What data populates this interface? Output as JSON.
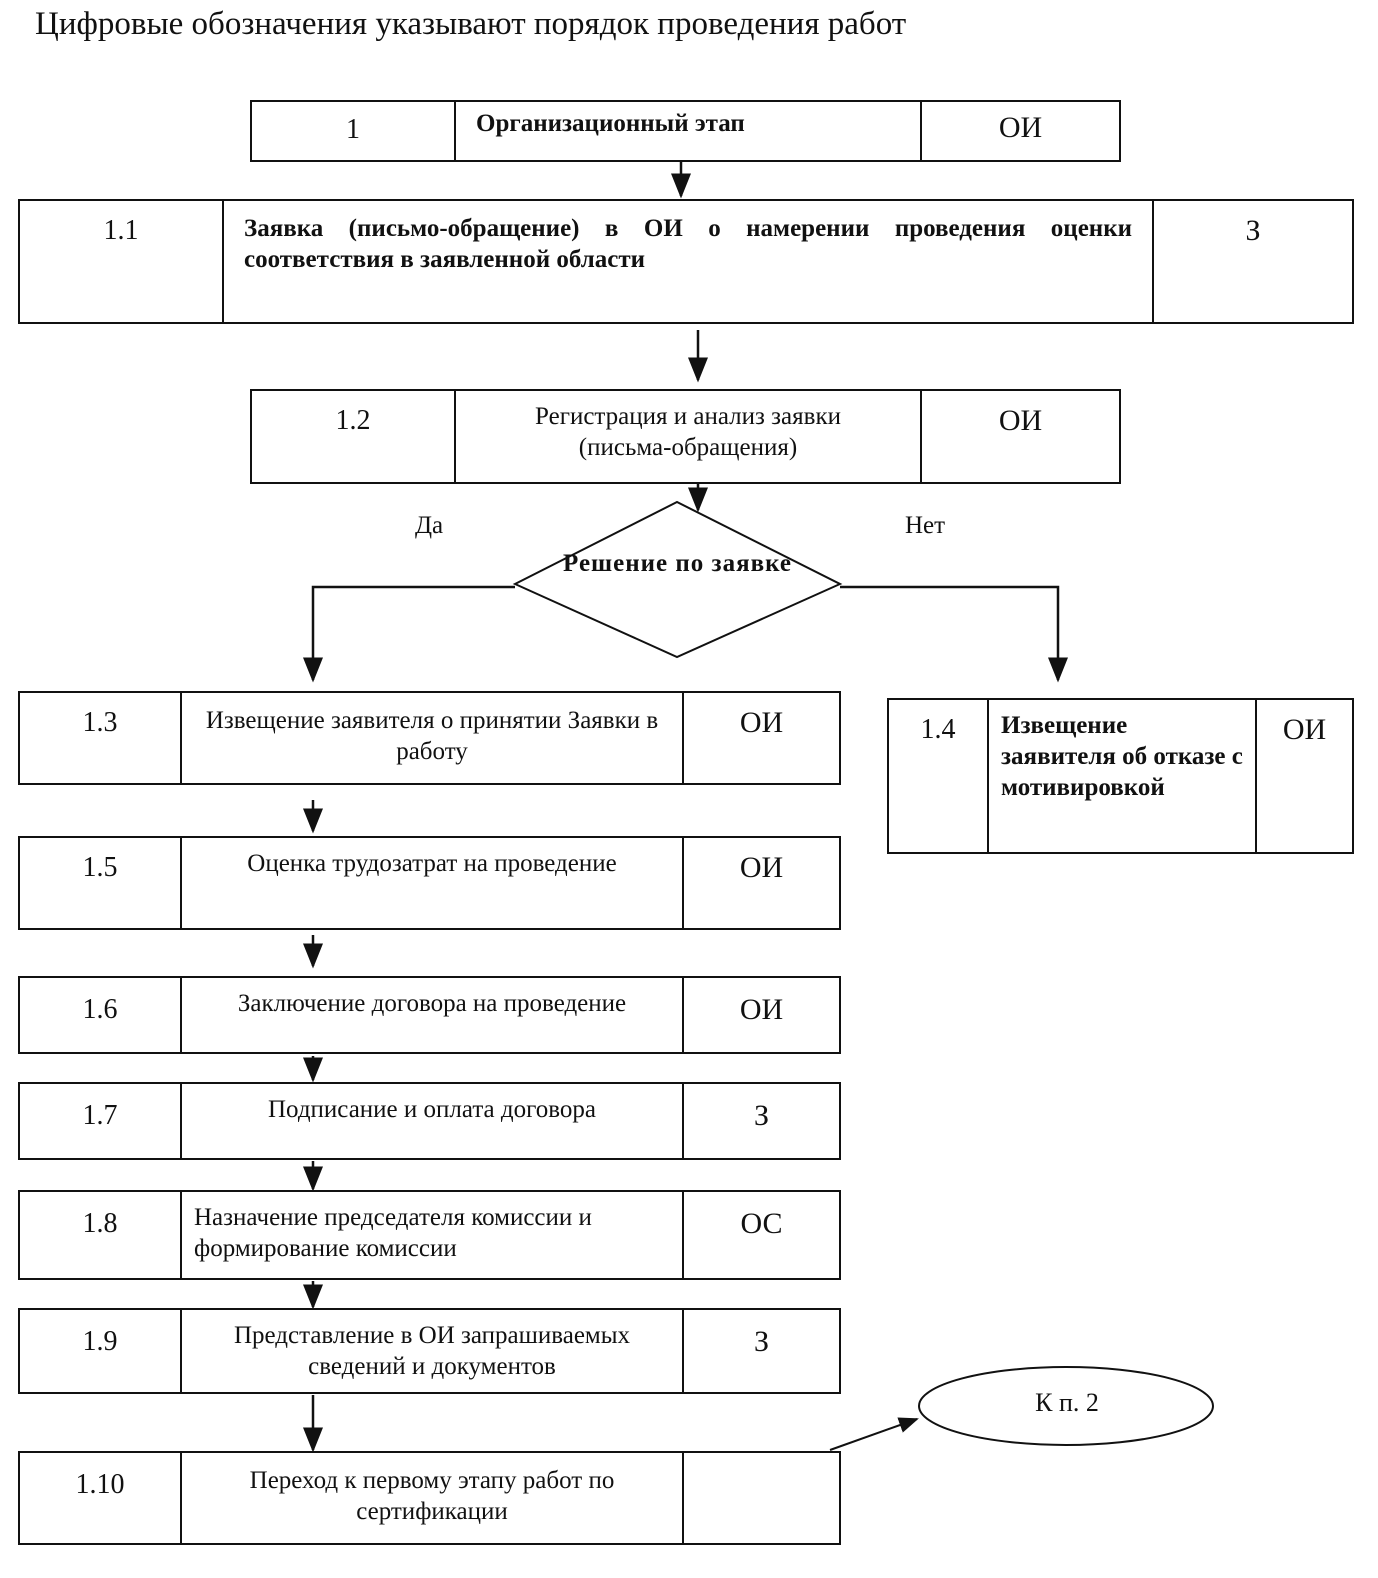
{
  "title": "Цифровые обозначения указывают порядок проведения работ",
  "steps": [
    {
      "num": "1",
      "text": "Организационный этап",
      "who": "ОИ"
    },
    {
      "num": "1.1",
      "text": "Заявка (письмо-обращение) в ОИ о намерении проведения оценки соответствия в заявленной области",
      "who": "З"
    },
    {
      "num": "1.2",
      "text": "Регистрация и анализ заявки (письма-обращения)",
      "who": "ОИ"
    },
    {
      "num": "1.3",
      "text": "Извещение заявителя о принятии Заявки в работу",
      "who": "ОИ"
    },
    {
      "num": "1.4",
      "text": "Извещение заявителя об отказе с мотивировкой",
      "who": "ОИ"
    },
    {
      "num": "1.5",
      "text": "Оценка трудозатрат на проведение",
      "who": "ОИ"
    },
    {
      "num": "1.6",
      "text": "Заключение договора на проведение",
      "who": "ОИ"
    },
    {
      "num": "1.7",
      "text": "Подписание и оплата договора",
      "who": "З"
    },
    {
      "num": "1.8",
      "text": "Назначение председателя комиссии и формирование комиссии",
      "who": "ОС"
    },
    {
      "num": "1.9",
      "text": "Представление в ОИ запрашиваемых сведений и документов",
      "who": "З"
    },
    {
      "num": "1.10",
      "text": "Переход к первому этапу работ по сертификации",
      "who": ""
    }
  ],
  "decision": {
    "text": "Решение по заявке",
    "yes": "Да",
    "no": "Нет"
  },
  "next": "К  п. 2"
}
